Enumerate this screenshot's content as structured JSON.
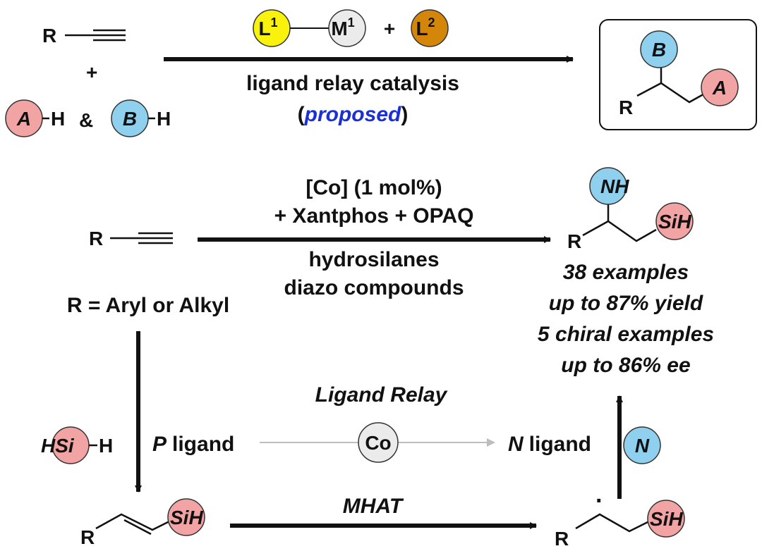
{
  "colors": {
    "pink": "#f2a3a3",
    "blue": "#8fd0ee",
    "yellow": "#f8f20c",
    "orange": "#d4860b",
    "gray_circle": "#ebebeb",
    "arrow": "#111111",
    "relay_line": "#bdbdbd",
    "proposed": "#1b2fd6"
  },
  "top": {
    "r": "R",
    "plus": "+",
    "a": "A",
    "h": "H",
    "amp": "&",
    "b": "B",
    "l1": "L",
    "l1_sup": "1",
    "m1": "M",
    "m1_sup": "1",
    "l2": "L",
    "l2_sup": "2",
    "catalysis": "ligand relay catalysis",
    "open_paren": "(",
    "proposed": "proposed",
    "close_paren": ")",
    "product_b": "B",
    "product_a": "A",
    "product_r": "R"
  },
  "middle": {
    "r": "R",
    "cond1": "[Co] (1 mol%)",
    "cond2": "+ Xantphos + OPAQ",
    "reagent1": "hydrosilanes",
    "reagent2": "diazo compounds",
    "r_def": "R = Aryl or Alkyl",
    "nh": "NH",
    "sih": "SiH",
    "product_r": "R",
    "stats": [
      "38 examples",
      "up to 87% yield",
      "5 chiral examples",
      "up to 86% ee"
    ]
  },
  "bottom": {
    "ligand_relay": "Ligand Relay",
    "hsi": "HSi",
    "h": "H",
    "p": "P",
    "p_ligand": "ligand",
    "co": "Co",
    "n": "N",
    "n_ligand": "ligand",
    "n_circle": "N",
    "vinyl_r": "R",
    "vinyl_sih": "SiH",
    "mhat": "MHAT",
    "radical_r": "R",
    "radical_sih": "SiH",
    "dot": "·"
  }
}
